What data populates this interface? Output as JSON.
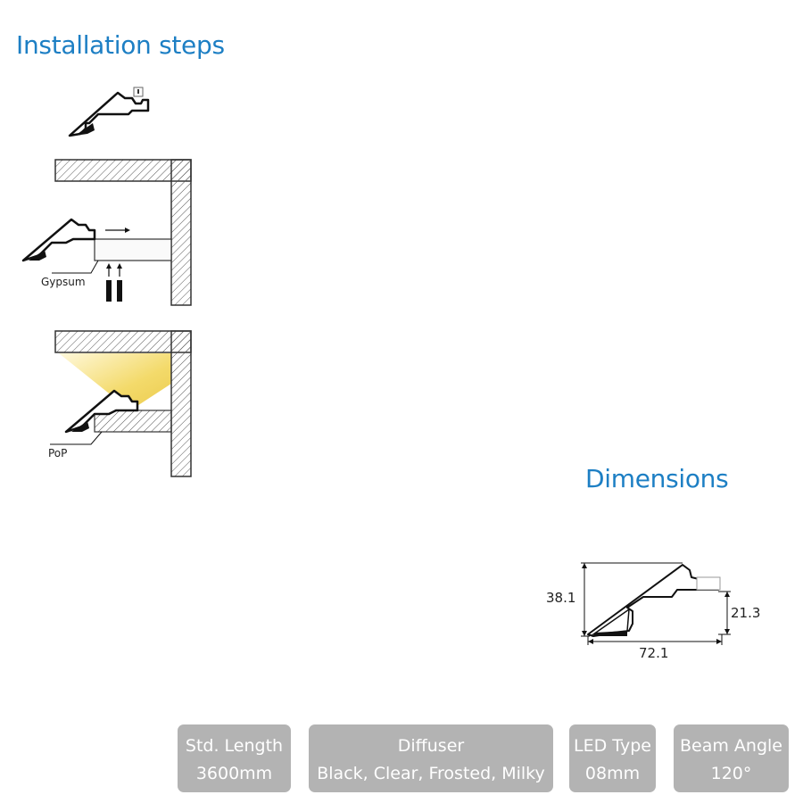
{
  "installation": {
    "heading": "Installation steps",
    "gypsum_label": "Gypsum",
    "pop_label": "PoP"
  },
  "dimensions": {
    "heading": "Dimensions",
    "height_total": "38.1",
    "height_right": "21.3",
    "width": "72.1"
  },
  "specs": [
    {
      "label": "Std. Length",
      "value": "3600mm"
    },
    {
      "label": "Diffuser",
      "value": "Black, Clear, Frosted, Milky"
    },
    {
      "label": "LED Type",
      "value": "08mm"
    },
    {
      "label": "Beam Angle",
      "value": "120°"
    }
  ],
  "colors": {
    "heading": "#1d7fc4",
    "spec_box": "#b3b3b3",
    "light_beam": "#f2d65a"
  }
}
